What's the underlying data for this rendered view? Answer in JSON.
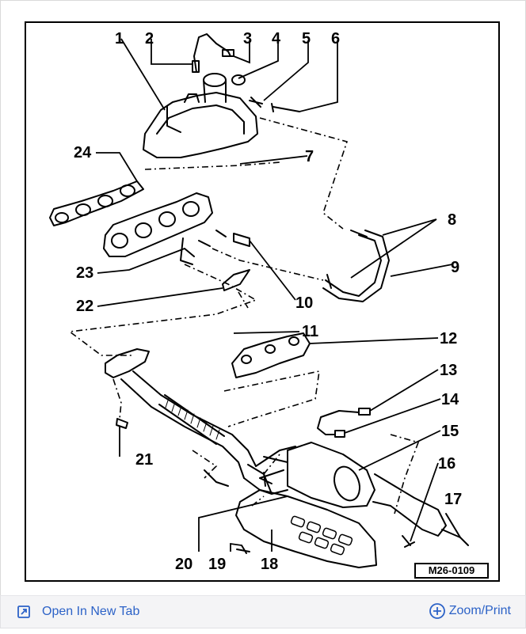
{
  "diagram": {
    "callouts": [
      "1",
      "2",
      "3",
      "4",
      "5",
      "6",
      "7",
      "8",
      "9",
      "10",
      "11",
      "12",
      "13",
      "14",
      "15",
      "16",
      "17",
      "18",
      "19",
      "20",
      "21",
      "22",
      "23",
      "24"
    ],
    "code": "M26-0109"
  },
  "footer": {
    "open_tab_label": "Open In New Tab",
    "zoom_label": "Zoom/Print",
    "open_tab_icon": "open-external-icon",
    "zoom_icon": "plus-circle-icon",
    "link_color": "#2c62c7"
  }
}
